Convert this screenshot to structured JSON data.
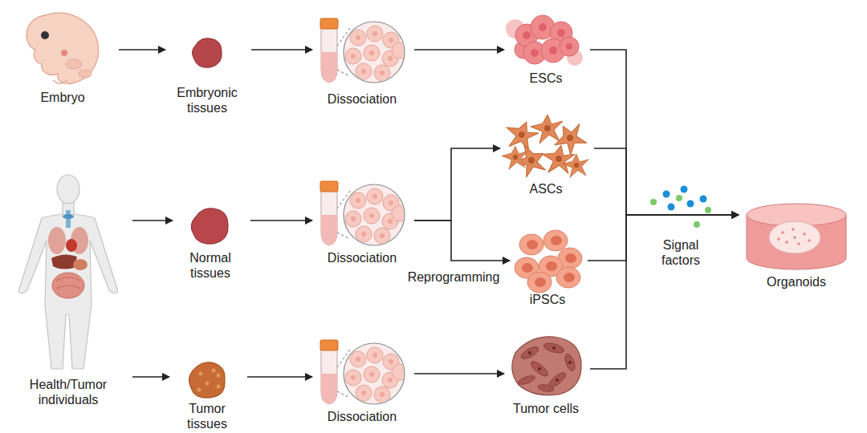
{
  "diagram": {
    "nodes": [
      {
        "text": [
          "Embryo"
        ]
      },
      {
        "text": [
          "Embryonic tissues"
        ]
      },
      {
        "text": [
          "Dissociation"
        ]
      },
      {
        "text": [
          "ESCs"
        ]
      },
      {
        "text": [
          "Normal tissues"
        ]
      },
      {
        "text": [
          "Dissociation"
        ]
      },
      {
        "text": [
          "ASCs"
        ]
      },
      {
        "text": [
          "iPSCs"
        ]
      },
      {
        "text": [
          "Organoids"
        ]
      },
      {
        "text": [
          "Health/Tumor individuals"
        ]
      },
      {
        "text": [
          "Tumor tissues"
        ]
      },
      {
        "text": [
          "Dissociation"
        ]
      },
      {
        "text": [
          "Tumor cells"
        ]
      }
    ],
    "edges": [
      {
        "from": 0,
        "to": 1,
        "arrow": "to"
      },
      {
        "from": 1,
        "to": 2,
        "arrow": "to"
      },
      {
        "from": 2,
        "to": 3,
        "arrow": "to"
      },
      {
        "from": 9,
        "to": 4,
        "arrow": "to"
      },
      {
        "from": 4,
        "to": 5,
        "arrow": "to"
      },
      {
        "from": 5,
        "to": 6,
        "arrow": "to"
      },
      {
        "from": 5,
        "to": 7,
        "label": "Reprogramming",
        "arrow": "to"
      },
      {
        "from": 9,
        "to": 10,
        "arrow": "to"
      },
      {
        "from": 10,
        "to": 11,
        "arrow": "to"
      },
      {
        "from": 11,
        "to": 12,
        "arrow": "to"
      },
      {
        "from": 3,
        "to": 8,
        "arrow": "to"
      },
      {
        "from": 6,
        "to": 8,
        "arrow": "to"
      },
      {
        "from": 7,
        "to": 8,
        "arrow": "to"
      },
      {
        "from": 12,
        "to": 8,
        "arrow": "to"
      }
    ],
    "labels": [
      "Signal factors"
    ]
  }
}
